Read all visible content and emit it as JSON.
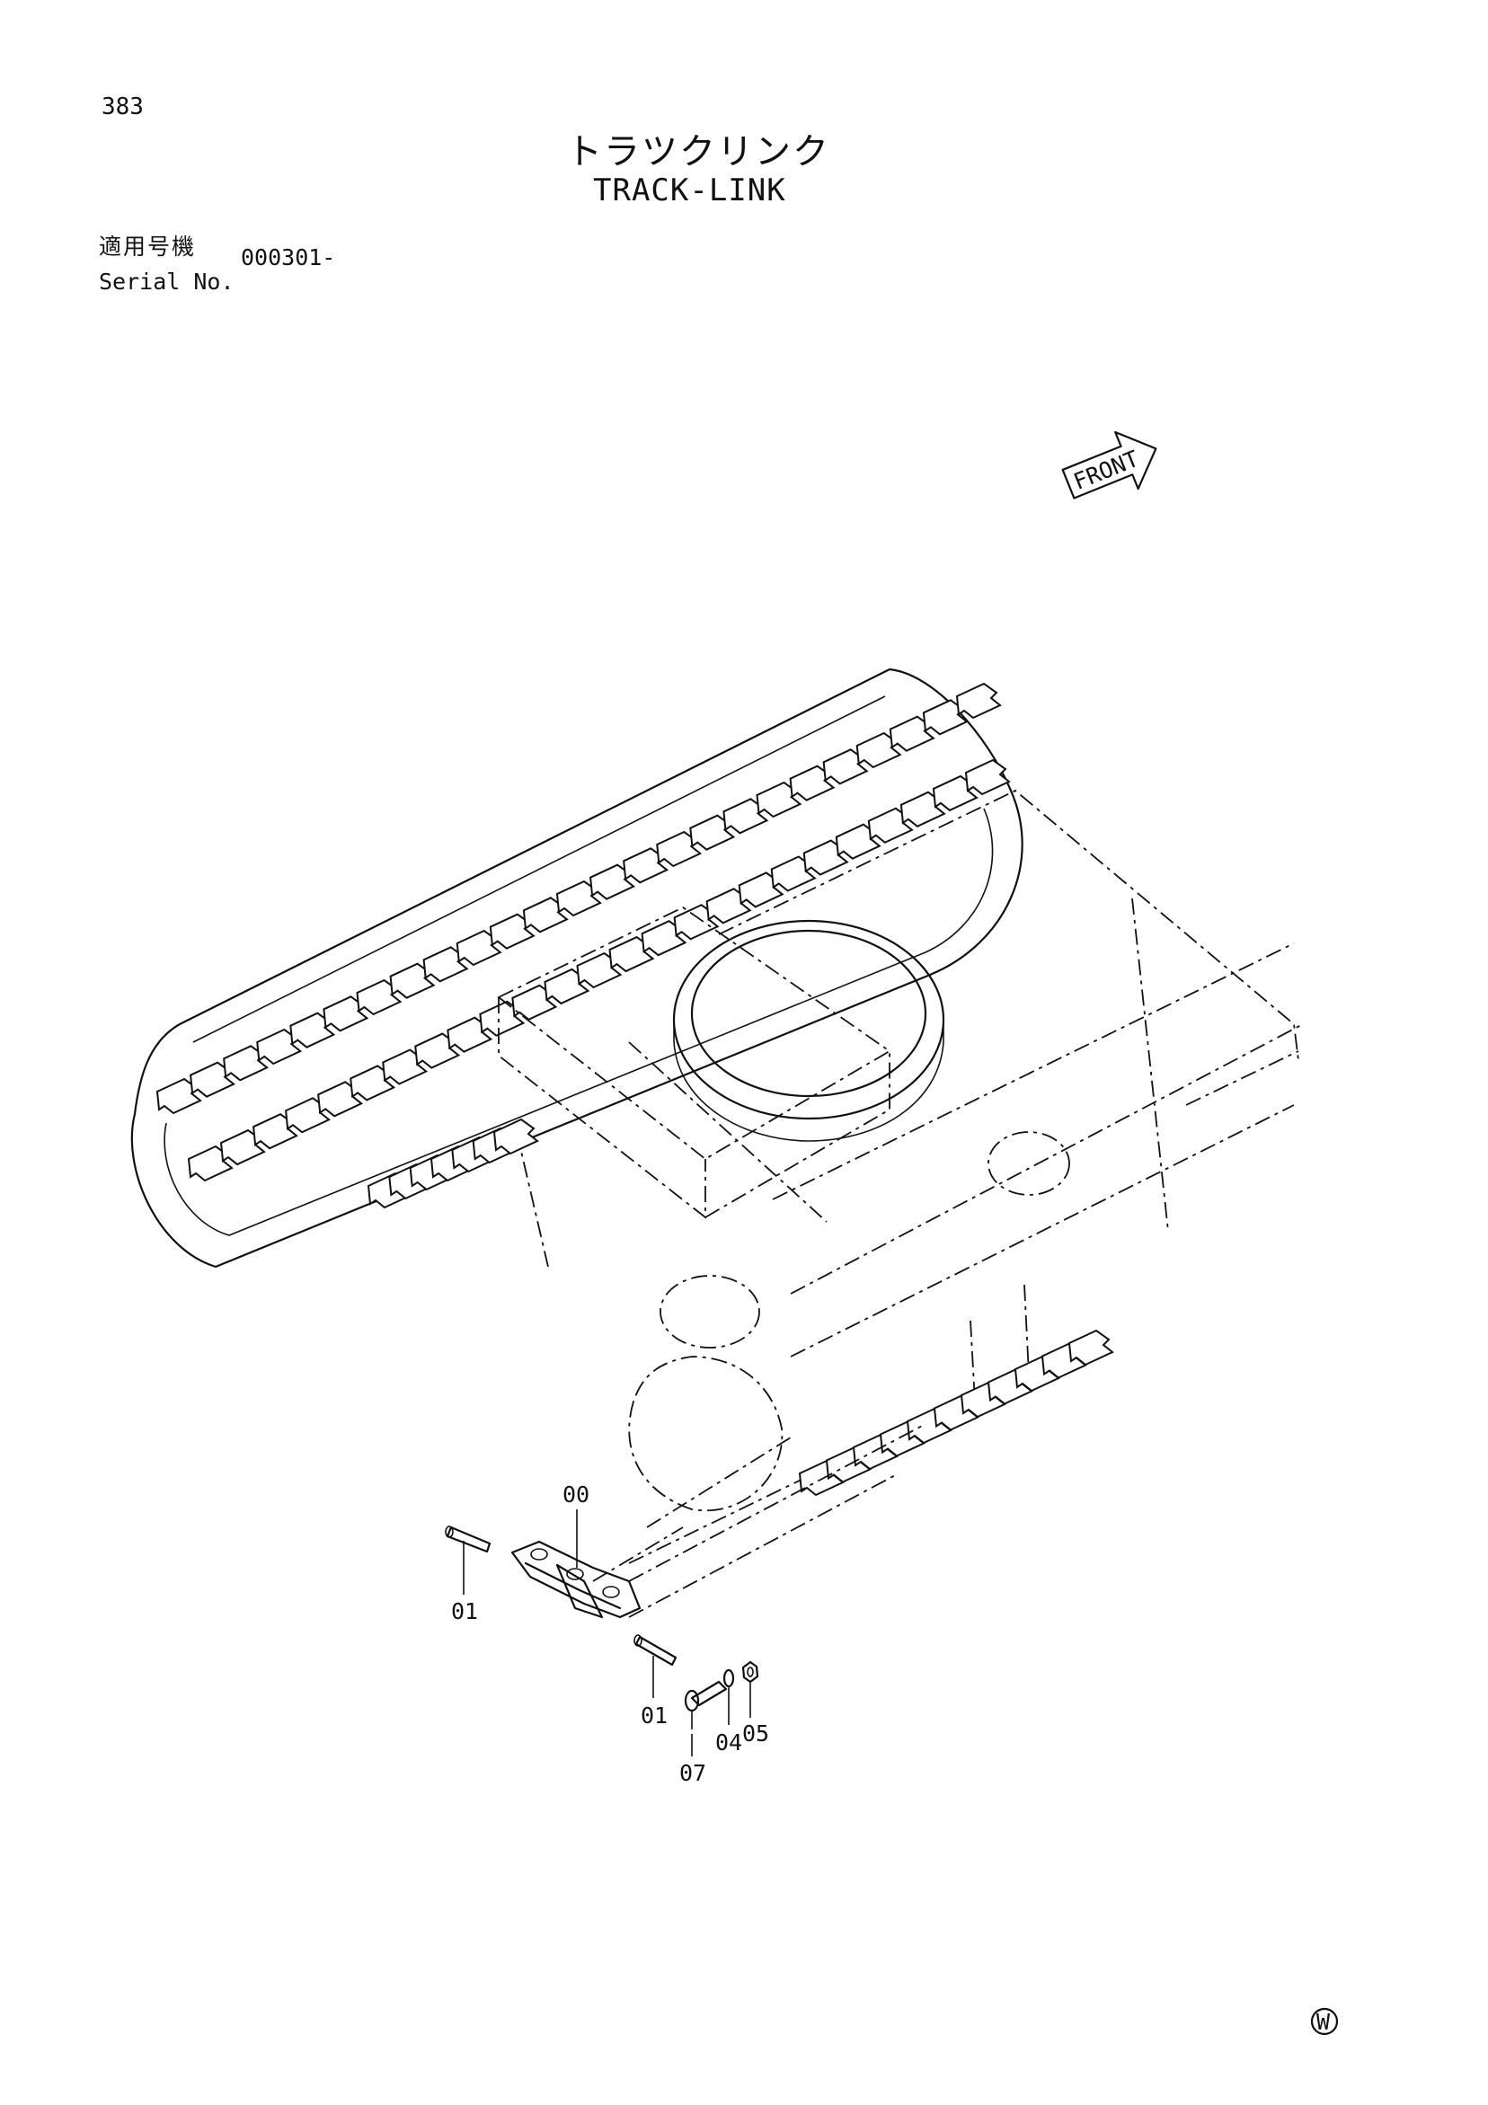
{
  "header": {
    "page_number": "383",
    "title_jp": "トラツクリンク",
    "title_en": "TRACK-LINK",
    "serial_label_jp": "適用号機",
    "serial_label_en": "Serial No.",
    "serial_value": "000301-"
  },
  "diagram": {
    "direction_label": "FRONT",
    "part_labels": [
      "00",
      "01",
      "01",
      "07",
      "04",
      "05"
    ],
    "footer_mark": "W"
  }
}
